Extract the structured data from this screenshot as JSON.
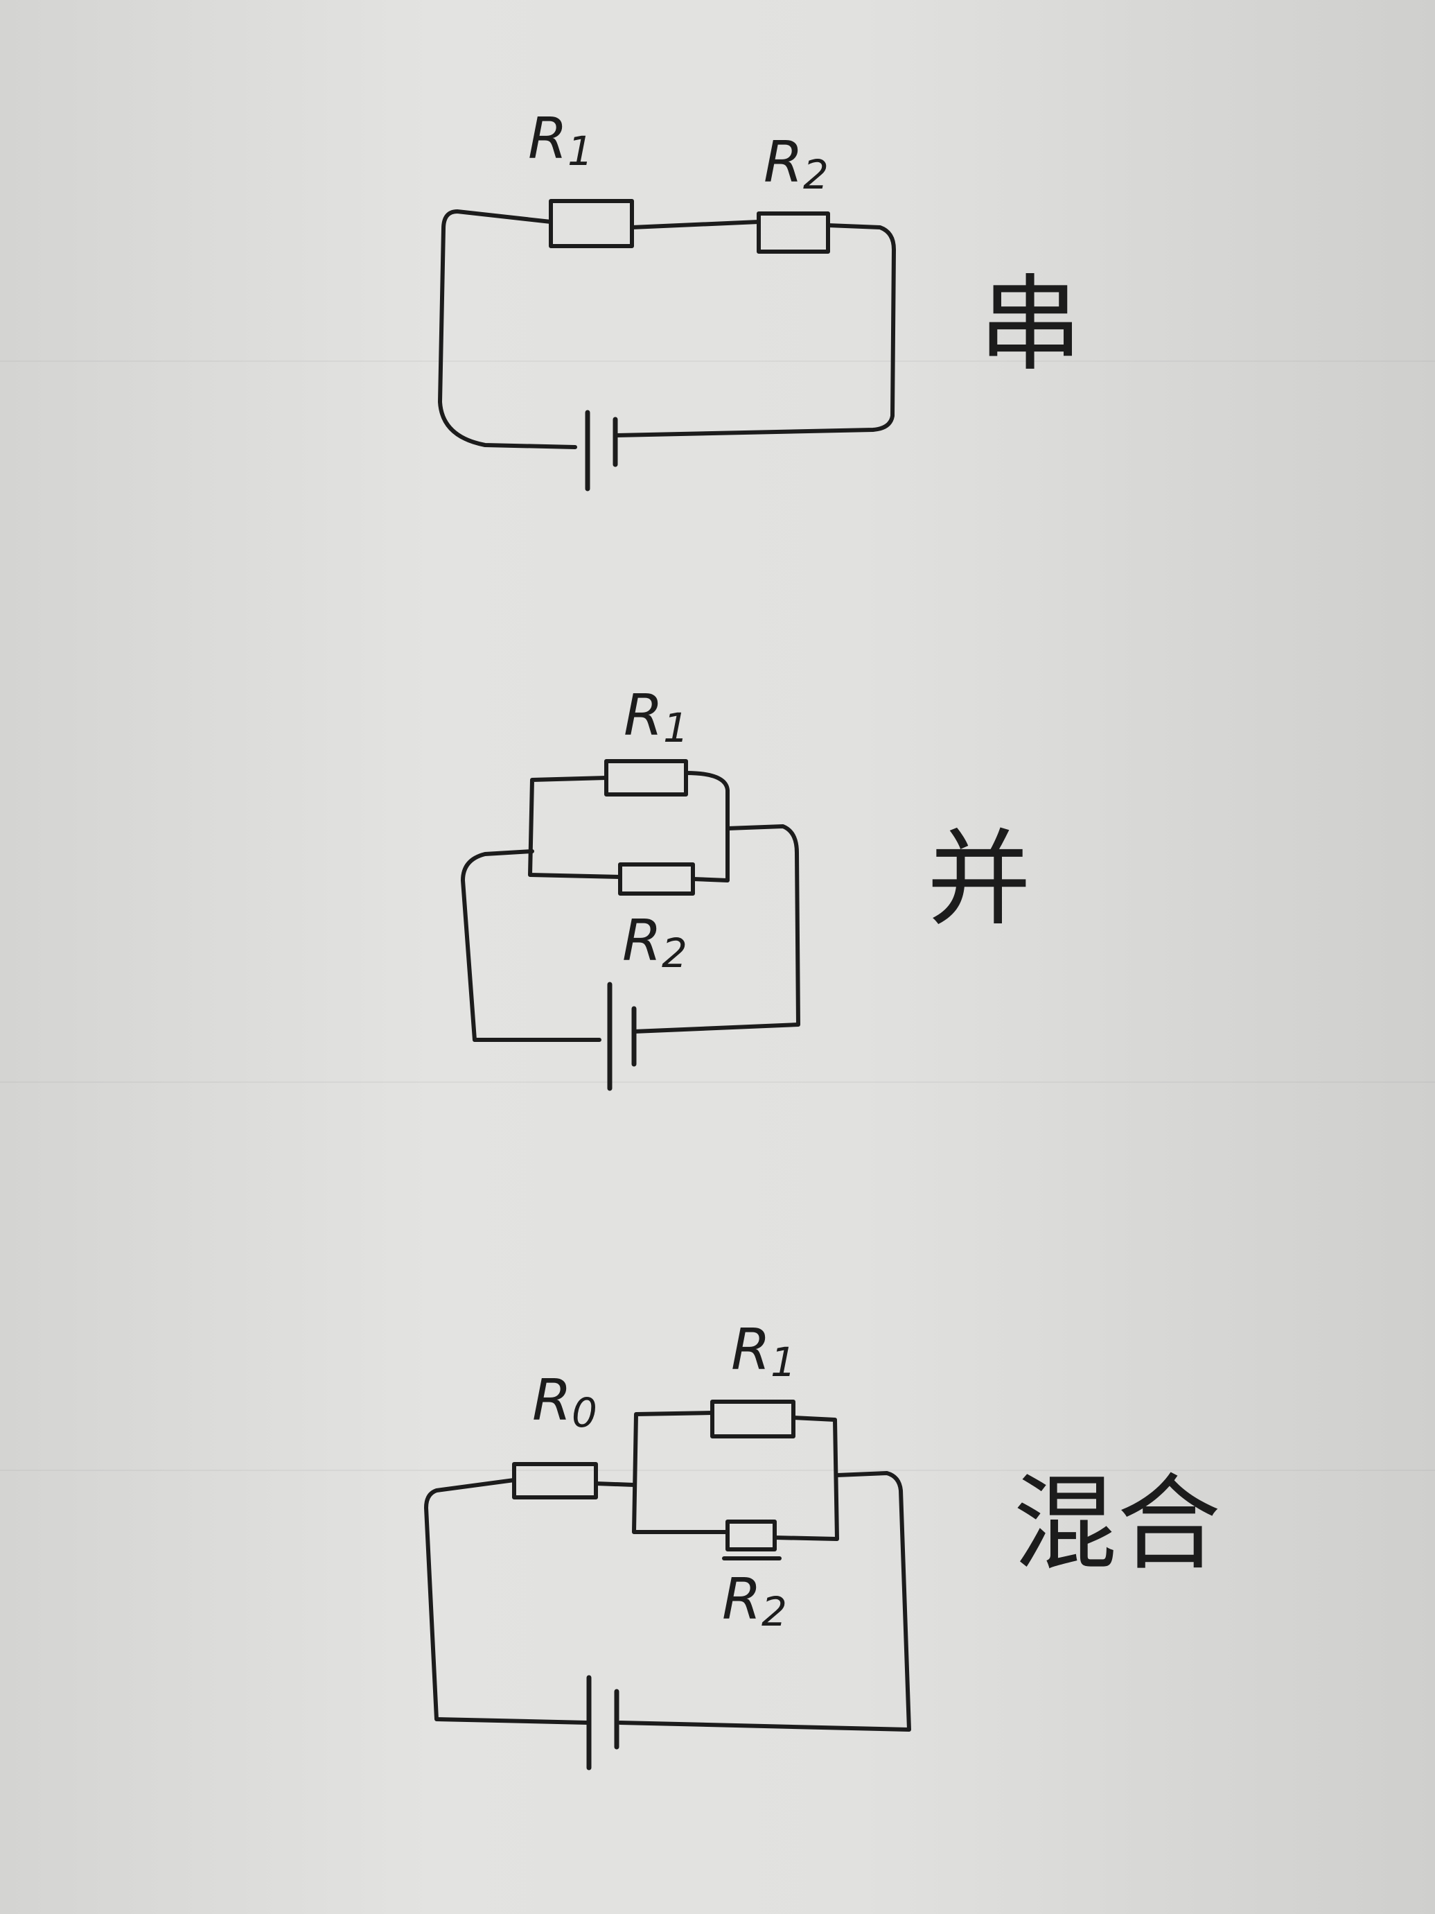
{
  "circuits": {
    "series": {
      "r1_label": "R",
      "r1_sub": "1",
      "r2_label": "R",
      "r2_sub": "2",
      "type_label": "串"
    },
    "parallel": {
      "r1_label": "R",
      "r1_sub": "1",
      "r2_label": "R",
      "r2_sub": "2",
      "type_label": "并"
    },
    "mixed": {
      "r0_label": "R",
      "r0_sub": "0",
      "r1_label": "R",
      "r1_sub": "1",
      "r2_label": "R",
      "r2_sub": "2",
      "type_label": "混合"
    }
  },
  "colors": {
    "ink": "#1c1c1c",
    "paper": "#dcdcda"
  }
}
